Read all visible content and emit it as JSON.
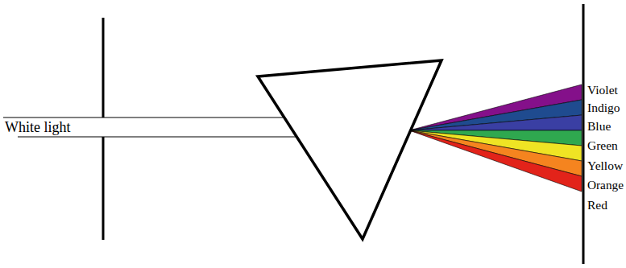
{
  "diagram": {
    "labels": [
      "White light",
      "Violet",
      "Indigo",
      "Blue",
      "Green",
      "Yellow",
      "Orange",
      "Red"
    ]
  }
}
